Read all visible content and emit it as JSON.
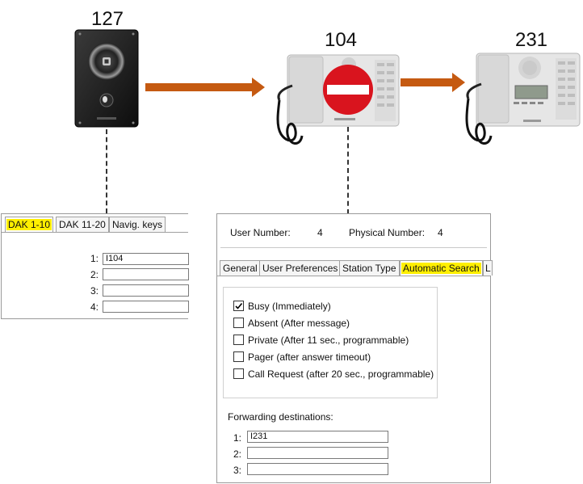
{
  "devices": [
    {
      "number": "127",
      "name": "door-station"
    },
    {
      "number": "104",
      "name": "desk-station-busy"
    },
    {
      "number": "231",
      "name": "desk-station-display"
    }
  ],
  "left_panel": {
    "tabs": [
      "DAK 1-10",
      "DAK 11-20",
      "Navig. keys"
    ],
    "active_tab": "DAK 1-10",
    "fields": [
      {
        "label": "1:",
        "value": "I104"
      },
      {
        "label": "2:",
        "value": ""
      },
      {
        "label": "3:",
        "value": ""
      },
      {
        "label": "4:",
        "value": ""
      }
    ]
  },
  "right_panel": {
    "user_number_label": "User Number:",
    "user_number_value": "4",
    "physical_number_label": "Physical Number:",
    "physical_number_value": "4",
    "tabs": [
      "General",
      "User Preferences",
      "Station Type",
      "Automatic Search",
      "L"
    ],
    "active_tab": "Automatic Search",
    "checkboxes": [
      {
        "label": "Busy (Immediately)",
        "checked": true
      },
      {
        "label": "Absent (After message)",
        "checked": false
      },
      {
        "label": "Private (After 11 sec., programmable)",
        "checked": false
      },
      {
        "label": "Pager (after answer timeout)",
        "checked": false
      },
      {
        "label": "Call Request (after 20 sec., programmable)",
        "checked": false
      }
    ],
    "forwarding_title": "Forwarding destinations:",
    "forwarding": [
      {
        "label": "1:",
        "value": "I231"
      },
      {
        "label": "2:",
        "value": ""
      },
      {
        "label": "3:",
        "value": ""
      }
    ]
  },
  "colors": {
    "highlight": "#ffef00",
    "arrow": "#c55a11",
    "busy_sign": "#d9141e"
  }
}
